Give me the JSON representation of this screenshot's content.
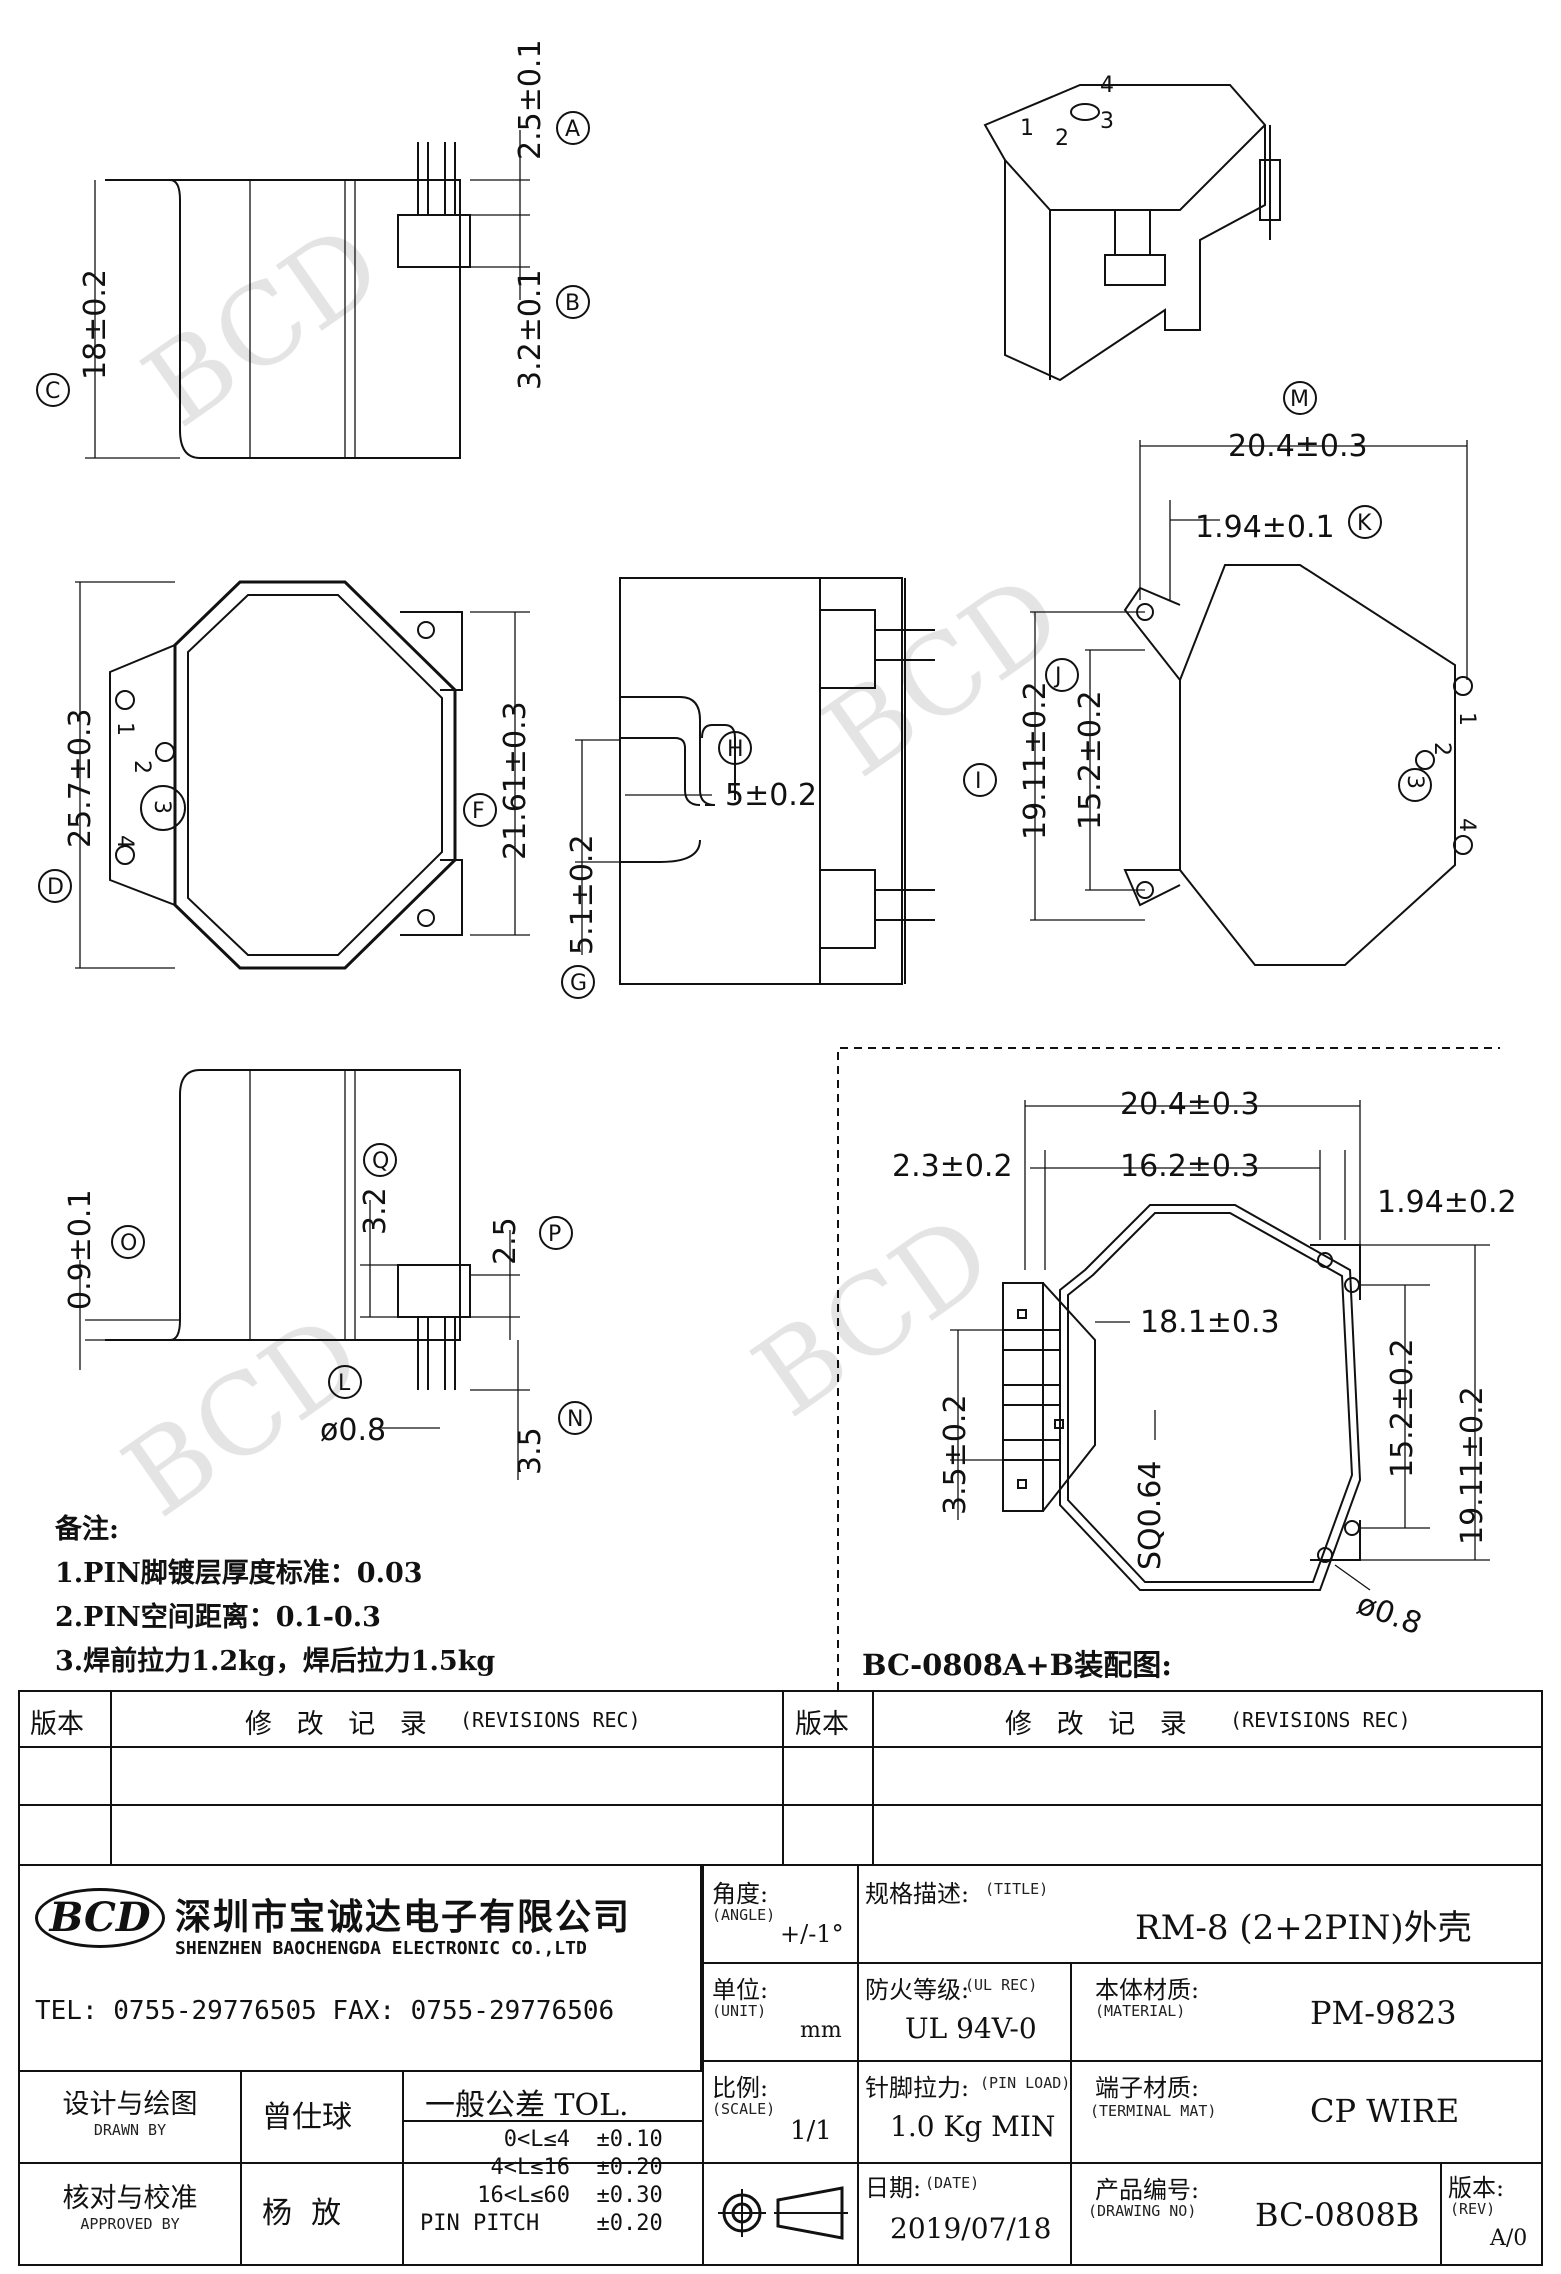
{
  "dims": {
    "a": "2.5±0.1",
    "b": "3.2±0.1",
    "c": "18±0.2",
    "d": "25.7±0.3",
    "f": "21.61±0.3",
    "g": "5.1±0.2",
    "h": "5±0.2",
    "i": "19.11±0.2",
    "j": "15.2±0.2",
    "k": "1.94±0.1",
    "top": "20.4±0.3",
    "o": "0.9±0.1",
    "q": "3.2",
    "p": "2.5",
    "l": "ø0.8",
    "n": "3.5",
    "asm_w": "20.4±0.3",
    "asm_2_3": "2.3±0.2",
    "asm_16_2": "16.2±0.3",
    "asm_1_94": "1.94±0.2",
    "asm_18_1": "18.1±0.3",
    "asm_3_5": "3.5±0.2",
    "asm_sq": "SQ0.64",
    "asm_15_2": "15.2±0.2",
    "asm_19_11": "19.11±0.2",
    "asm_phi": "ø0.8"
  },
  "callouts": [
    "A",
    "B",
    "C",
    "D",
    "F",
    "G",
    "H",
    "I",
    "J",
    "K",
    "M",
    "O",
    "P",
    "Q",
    "L",
    "N"
  ],
  "pins": [
    "1",
    "2",
    "3",
    "4"
  ],
  "watermark": "BCD",
  "notes": {
    "title": "备注:",
    "items": [
      "1.PIN脚镀层厚度标准：0.03",
      "2.PIN空间距离：0.1-0.3",
      "3.焊前拉力1.2kg，焊后拉力1.5kg"
    ]
  },
  "assembly_title": "BC-0808A+B装配图:",
  "revisions": {
    "ver_label": "版本",
    "rec_label": "修 改 记 录",
    "rec_label_en": "(REVISIONS REC)"
  },
  "company": {
    "logo": "BCD",
    "name_cn": "深圳市宝诚达电子有限公司",
    "name_en": "SHENZHEN BAOCHENGDA ELECTRONIC CO.,LTD",
    "contact": "TEL: 0755-29776505  FAX: 0755-29776506"
  },
  "angle": {
    "label": "角度:",
    "label_en": "(ANGLE)",
    "value": "+/-1°"
  },
  "unit": {
    "label": "单位:",
    "label_en": "(UNIT)",
    "value": "mm"
  },
  "scale": {
    "label": "比例:",
    "label_en": "(SCALE)",
    "value": "1/1"
  },
  "title": {
    "label": "规格描述:",
    "label_en": "(TITLE)",
    "value": "RM-8 (2+2PIN)外壳"
  },
  "ul": {
    "label": "防火等级:",
    "label_en": "(UL REC)",
    "value": "UL 94V-0"
  },
  "material": {
    "label": "本体材质:",
    "label_en": "(MATERIAL)",
    "value": "PM-9823"
  },
  "pin_load": {
    "label": "针脚拉力:",
    "label_en": "(PIN LOAD)",
    "value": "1.0 Kg MIN"
  },
  "terminal": {
    "label": "端子材质:",
    "label_en": "(TERMINAL MAT)",
    "value": "CP WIRE"
  },
  "date": {
    "label": "日期:",
    "label_en": "(DATE)",
    "value": "2019/07/18"
  },
  "drawing_no": {
    "label": "产品编号:",
    "label_en": "(DRAWING NO)",
    "value": "BC-0808B"
  },
  "rev": {
    "label": "版本:",
    "label_en": "(REV)",
    "value": "A/0"
  },
  "drawn": {
    "label": "设计与绘图",
    "label_en": "DRAWN BY",
    "name": "曾仕球"
  },
  "approved": {
    "label": "核对与校准",
    "label_en": "APPROVED BY",
    "name": "杨  放"
  },
  "tolerance": {
    "title": "一般公差 TOL.",
    "rows": [
      {
        "range": "0<L≤4",
        "tol": "±0.10"
      },
      {
        "range": "4<L≤16",
        "tol": "±0.20"
      },
      {
        "range": "16<L≤60",
        "tol": "±0.30"
      },
      {
        "range": "PIN PITCH",
        "tol": "±0.20"
      }
    ]
  }
}
